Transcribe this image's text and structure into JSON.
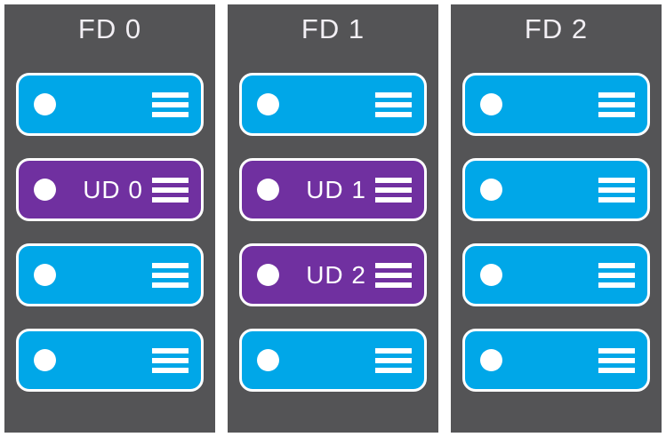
{
  "diagram": {
    "description": "Availability set diagram with fault domains and update domains",
    "colors": {
      "background": "#ffffff",
      "panel": "#545456",
      "server": "#00a7e8",
      "update_domain_server": "#7030a0",
      "node_border": "#ffffff",
      "title_text": "#f2eff4",
      "label_text": "#ffffff"
    },
    "icons": {
      "status_dot": "white filled circle (power/status light)",
      "vent_lines": "three horizontal white bars (server vent / rack grill)"
    },
    "fault_domains": [
      {
        "label": "FD 0",
        "servers": [
          {
            "kind": "server",
            "label": ""
          },
          {
            "kind": "update-domain",
            "label": "UD 0"
          },
          {
            "kind": "server",
            "label": ""
          },
          {
            "kind": "server",
            "label": ""
          }
        ]
      },
      {
        "label": "FD 1",
        "servers": [
          {
            "kind": "server",
            "label": ""
          },
          {
            "kind": "update-domain",
            "label": "UD 1"
          },
          {
            "kind": "update-domain",
            "label": "UD 2"
          },
          {
            "kind": "server",
            "label": ""
          }
        ]
      },
      {
        "label": "FD 2",
        "servers": [
          {
            "kind": "server",
            "label": ""
          },
          {
            "kind": "server",
            "label": ""
          },
          {
            "kind": "server",
            "label": ""
          },
          {
            "kind": "server",
            "label": ""
          }
        ]
      }
    ]
  }
}
